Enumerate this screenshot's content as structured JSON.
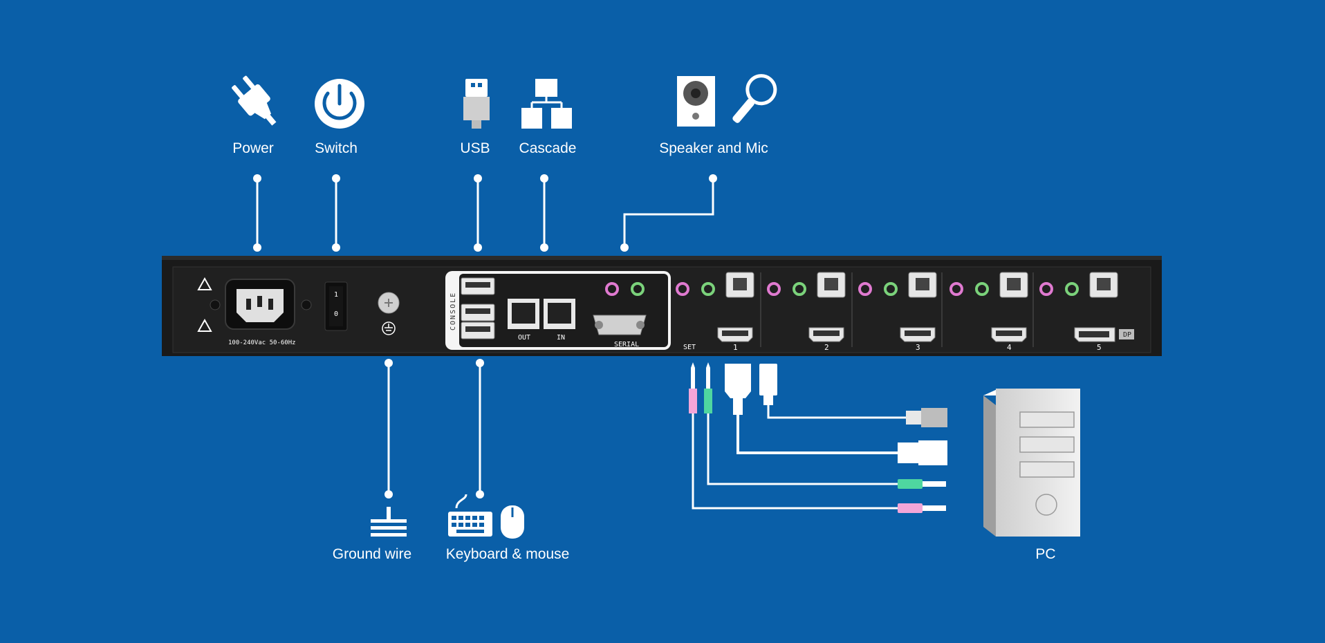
{
  "labels": {
    "power": "Power",
    "switch": "Switch",
    "usb": "USB",
    "cascade": "Cascade",
    "speaker_mic": "Speaker and Mic",
    "ground_wire": "Ground wire",
    "keyboard_mouse": "Keyboard & mouse",
    "pc": "PC"
  },
  "device": {
    "voltage": "100-240Vac 50-60Hz",
    "console": "CONSOLE",
    "port_out": "OUT",
    "port_in": "IN",
    "serial": "SERIAL",
    "set": "SET",
    "dp": "DP",
    "port_numbers": [
      "1",
      "2",
      "3",
      "4",
      "5"
    ],
    "switch_on": "1",
    "switch_off": "0"
  },
  "colors": {
    "background": "#0a5fa8",
    "chassis": "#1a1a1a",
    "mic_jack": "#e07ad0",
    "speaker_jack": "#7bd27b",
    "mic_plug": "#f3a6d8",
    "speaker_plug": "#4fd6a0"
  }
}
